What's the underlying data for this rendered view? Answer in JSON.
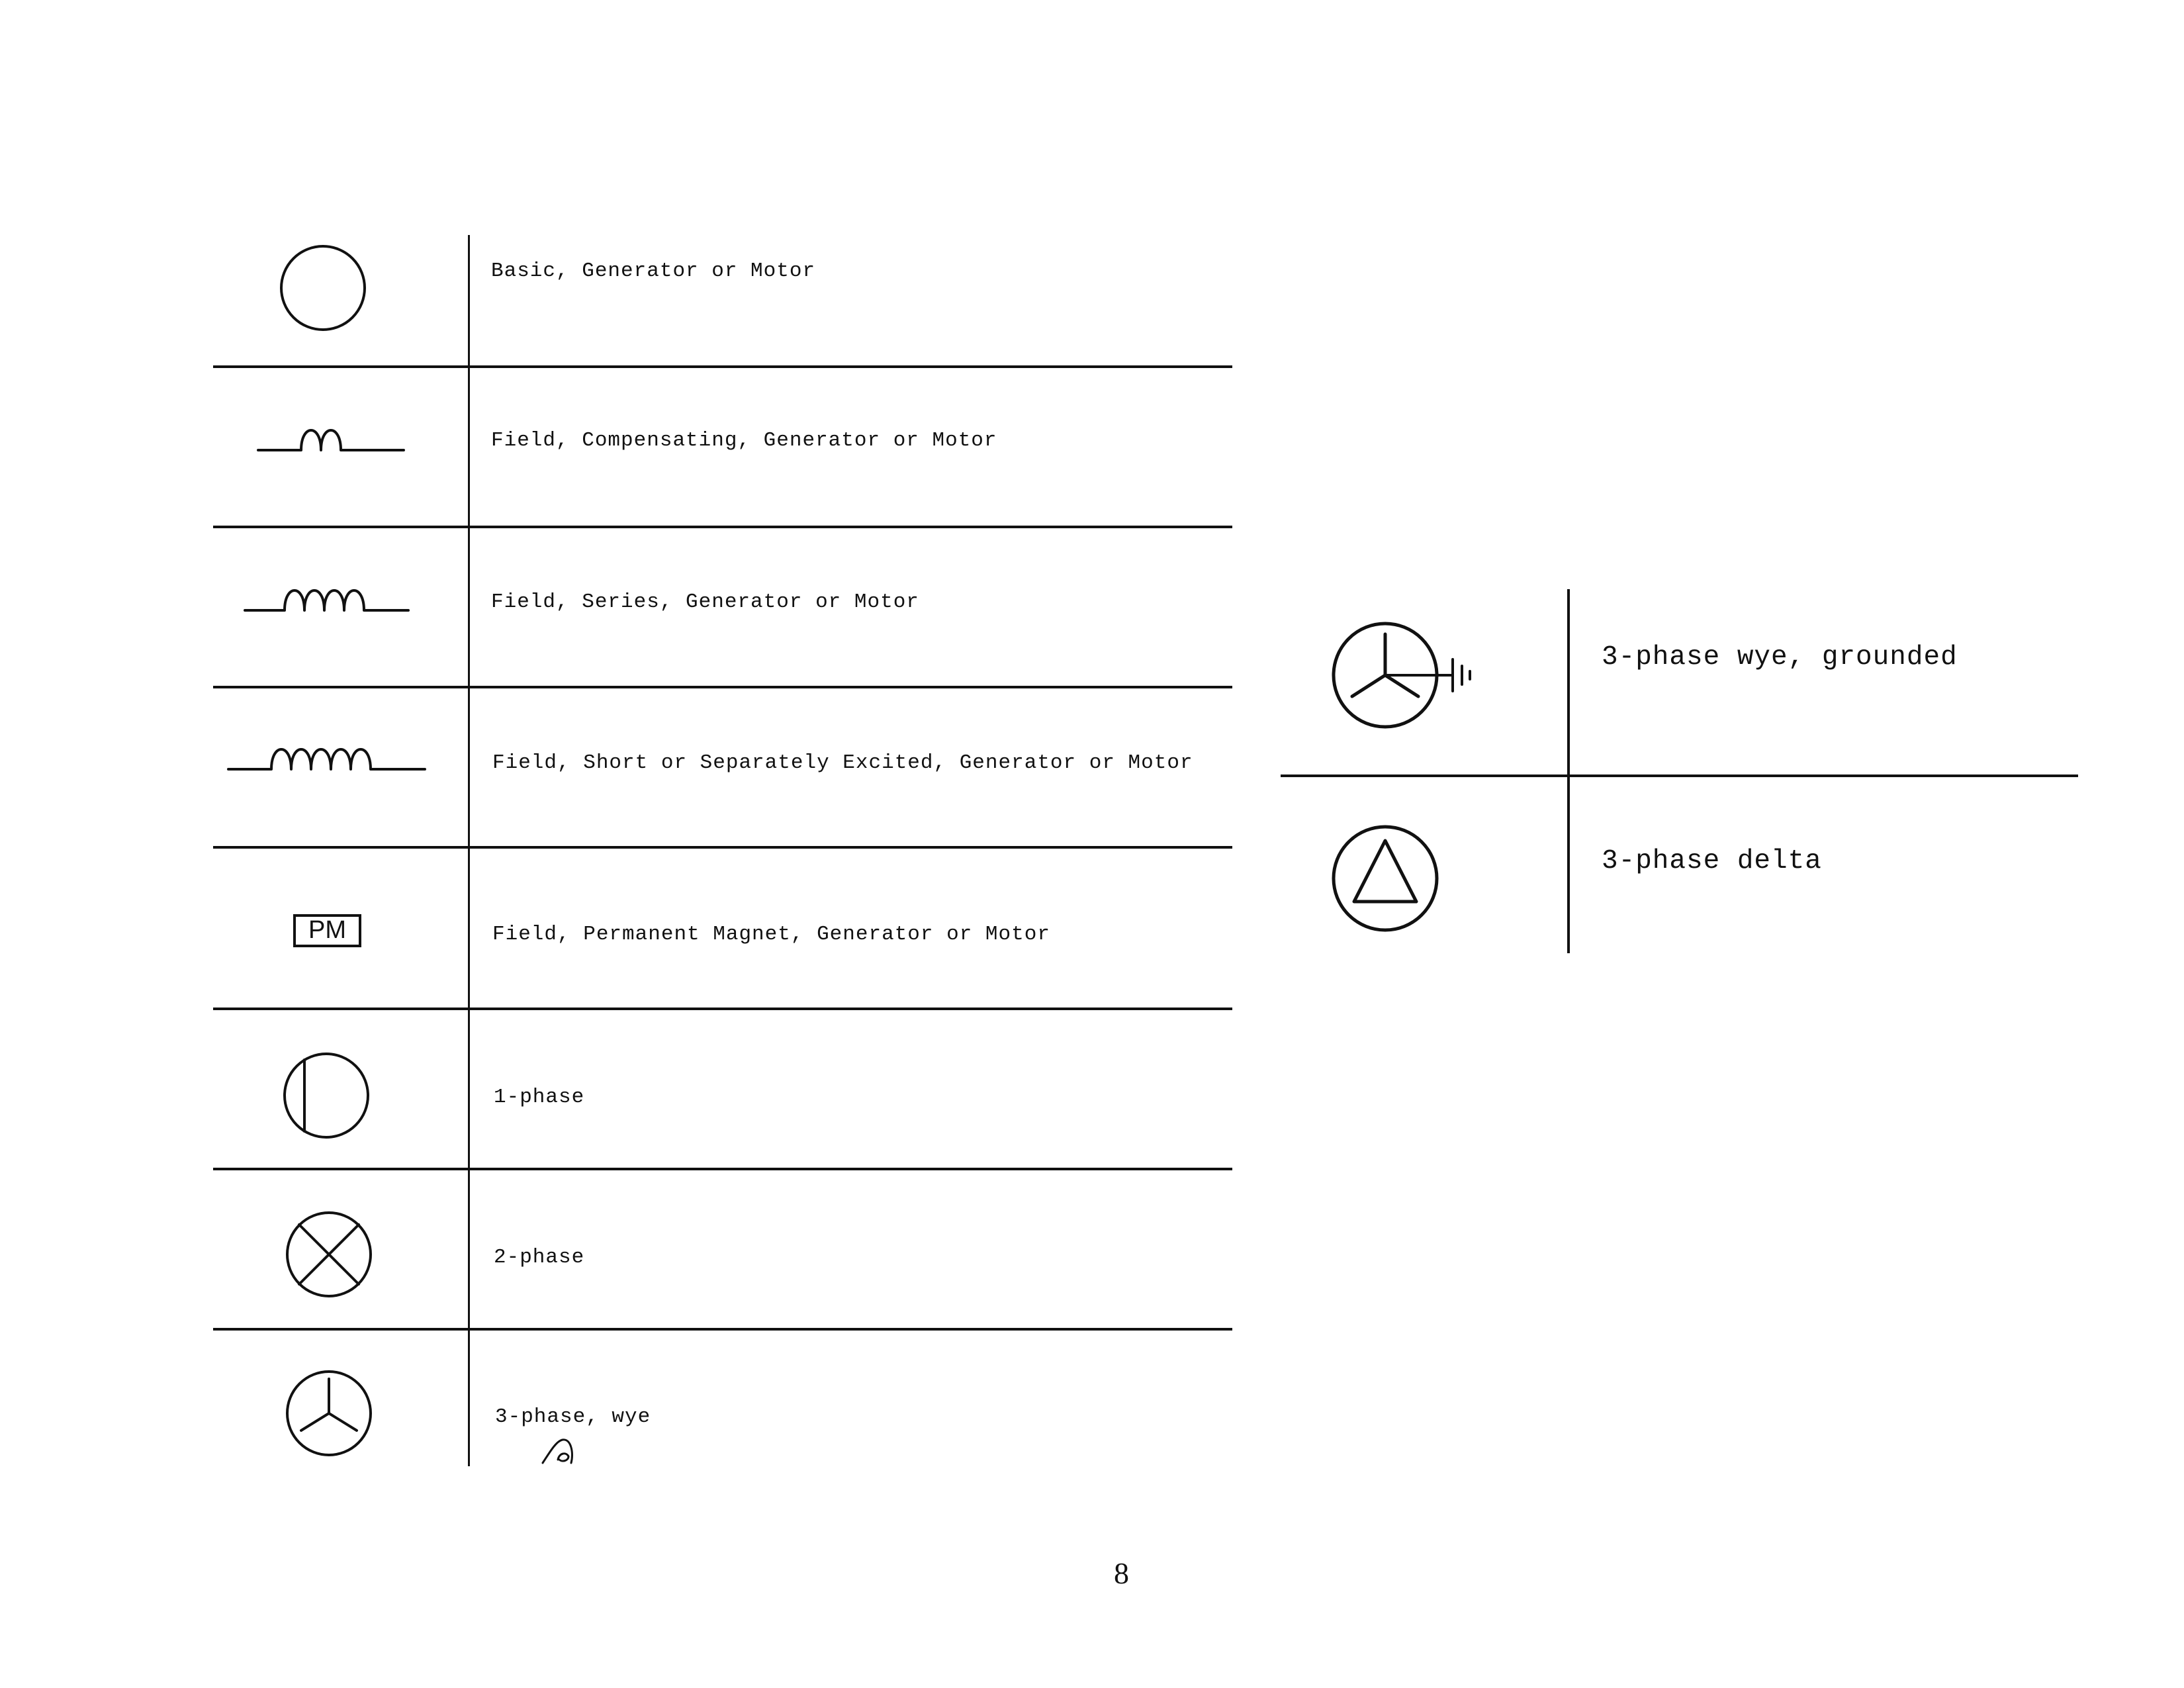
{
  "left_table": {
    "rows": [
      {
        "symbol": "circle-symbol",
        "description": "Basic, Generator or Motor"
      },
      {
        "symbol": "field-coil-1-loop-symbol",
        "description": "Field, Compensating, Generator or Motor"
      },
      {
        "symbol": "field-coil-2-loop-symbol",
        "description": "Field, Series, Generator or Motor"
      },
      {
        "symbol": "field-coil-3-loop-symbol",
        "description": "Field, Short or Separately Excited, Generator or Motor"
      },
      {
        "symbol": "permanent-magnet-symbol",
        "symbol_text": "PM",
        "description": "Field, Permanent Magnet, Generator or Motor"
      },
      {
        "symbol": "one-phase-symbol",
        "description": "1-phase"
      },
      {
        "symbol": "two-phase-symbol",
        "description": "2-phase"
      },
      {
        "symbol": "three-phase-wye-symbol",
        "description": "3-phase, wye"
      }
    ]
  },
  "right_table": {
    "rows": [
      {
        "symbol": "three-phase-wye-grounded-symbol",
        "description": "3-phase wye, grounded"
      },
      {
        "symbol": "three-phase-delta-symbol",
        "description": "3-phase delta"
      }
    ]
  },
  "page_number": "8"
}
